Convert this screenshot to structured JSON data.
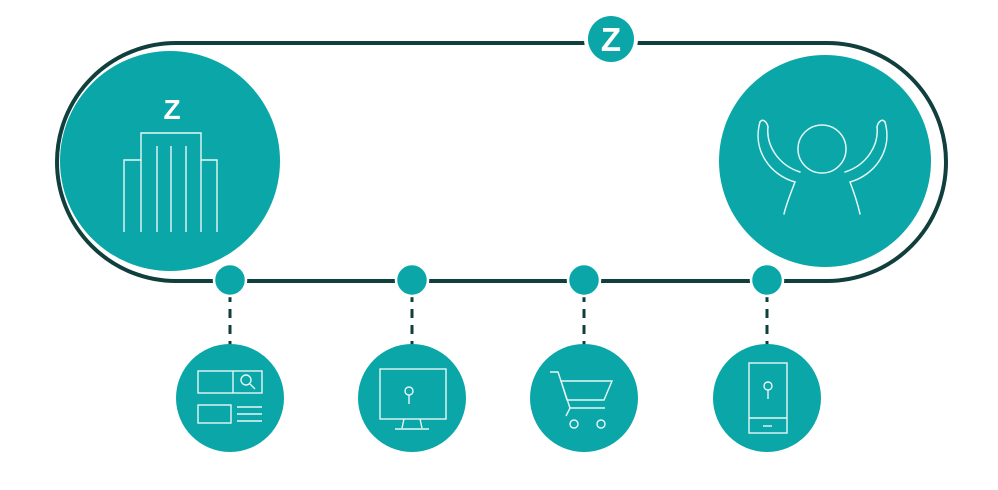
{
  "colors": {
    "teal": "#0ba6a8",
    "outline": "#103f3d",
    "icon_stroke": "#e6f7f6",
    "background": "#ffffff"
  },
  "brand": {
    "badge_letter": "Z",
    "building_letter": "Z"
  },
  "nodes": [
    {
      "name": "company-building",
      "icon": "building-icon"
    },
    {
      "name": "happy-person",
      "icon": "person-celebrating-icon"
    }
  ],
  "touchpoints": [
    {
      "icon": "web-search-layout-icon"
    },
    {
      "icon": "desktop-monitor-pin-icon"
    },
    {
      "icon": "shopping-cart-icon"
    },
    {
      "icon": "mobile-phone-pin-icon"
    }
  ]
}
